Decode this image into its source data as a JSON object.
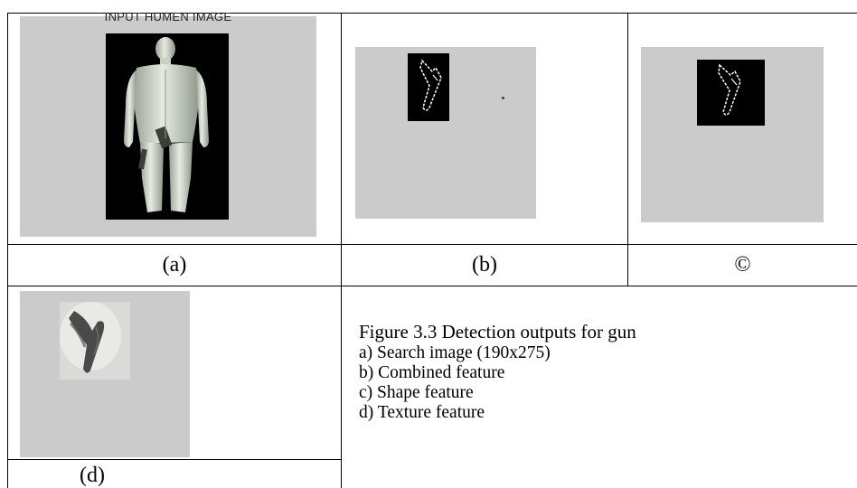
{
  "panel_a": {
    "title": "INPUT HUMEN IMAGE",
    "label": "(a)",
    "image": "body-scan-image"
  },
  "panel_b": {
    "label": "(b)",
    "image": "combined-feature-detection"
  },
  "panel_c": {
    "label": "©",
    "image": "shape-feature-detection"
  },
  "panel_d": {
    "label": "(d)",
    "image": "texture-feature-detection"
  },
  "figure_caption": {
    "title": "Figure 3.3 Detection outputs for gun",
    "items": [
      "a) Search  image (190x275)",
      "b) Combined feature",
      "c) Shape feature",
      "d) Texture feature"
    ]
  },
  "colors": {
    "panel_background": "#cbcbcb",
    "mask_background": "#000000",
    "border": "#000000"
  }
}
